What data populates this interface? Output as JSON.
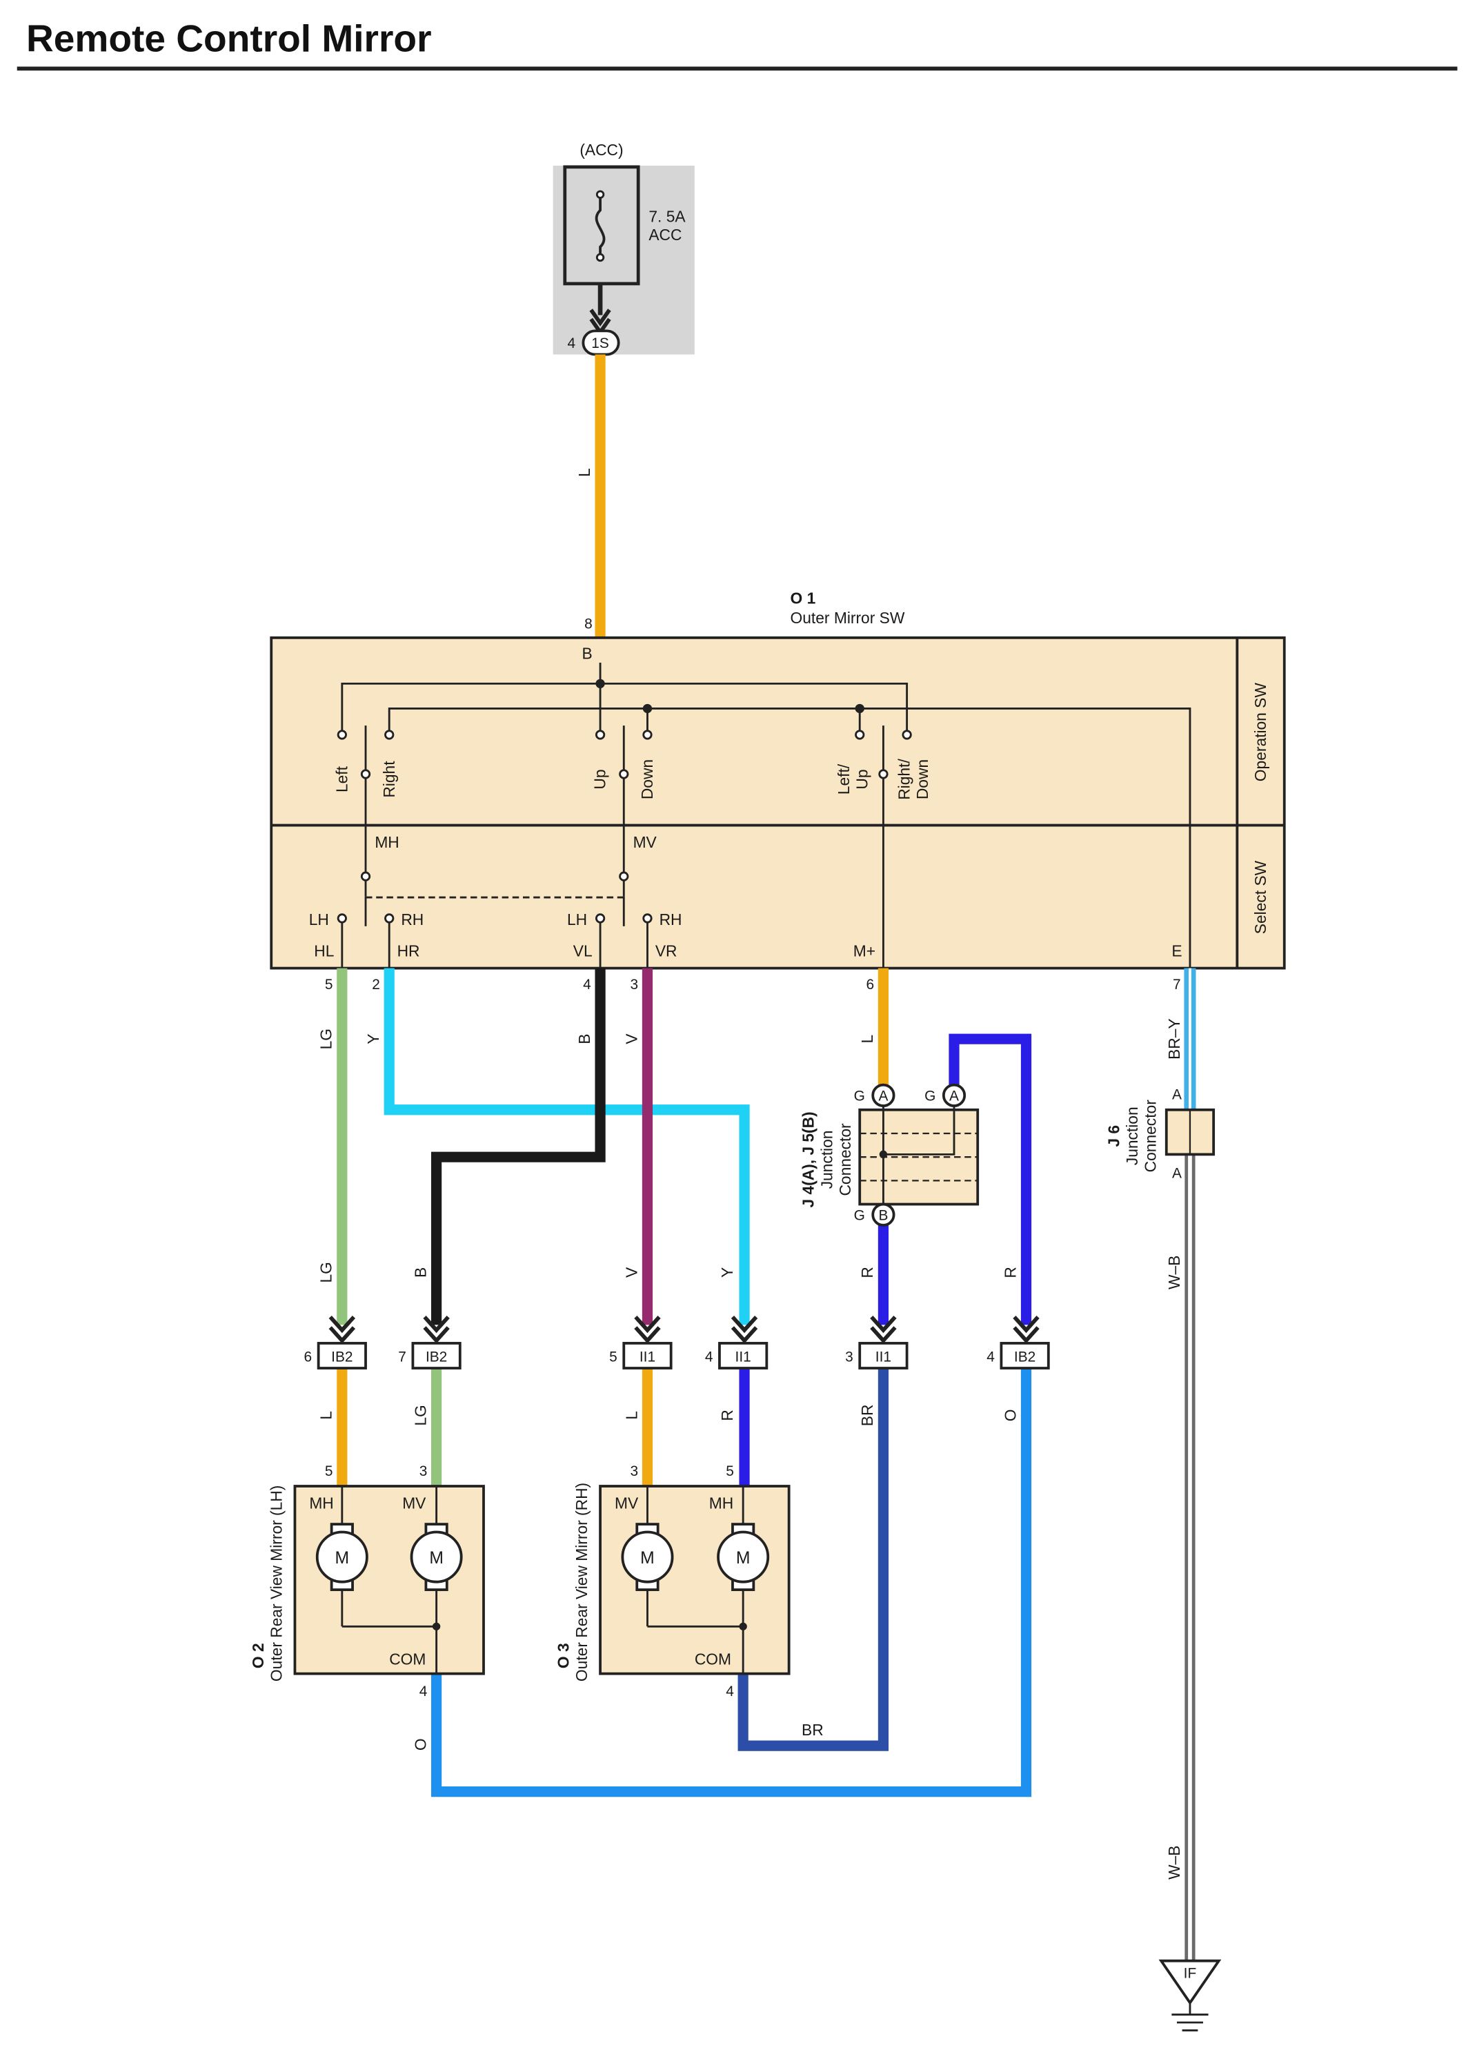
{
  "title": "Remote Control Mirror",
  "fuse": {
    "power_source": "(ACC)",
    "rating": "7. 5A",
    "name": "ACC",
    "pin": "4",
    "connector": "1S"
  },
  "switch": {
    "code": "O 1",
    "name": "Outer Mirror SW",
    "operation_label": "Operation SW",
    "select_label": "Select SW",
    "contacts": {
      "left": "Left",
      "right": "Right",
      "up": "Up",
      "down": "Down",
      "left_up_1": "Left/",
      "left_up_2": "Up",
      "right_down_1": "Right/",
      "right_down_2": "Down"
    },
    "select_contacts": {
      "mh": "MH",
      "mv": "MV",
      "lh": "LH",
      "rh": "RH"
    },
    "terminals": {
      "b": "B",
      "hl": "HL",
      "hr": "HR",
      "vl": "VL",
      "vr": "VR",
      "mplus": "M+",
      "e": "E"
    },
    "pins": {
      "b": "8",
      "hl": "5",
      "hr": "2",
      "vl": "4",
      "vr": "3",
      "mplus": "6",
      "e": "7"
    }
  },
  "wires": {
    "l": "L",
    "lg": "LG",
    "y": "Y",
    "b": "B",
    "v": "V",
    "r": "R",
    "o": "O",
    "br": "BR",
    "bry": "BR–Y",
    "wb": "W–B"
  },
  "colors": {
    "l": "#f0aa10",
    "lg": "#92c47b",
    "y": "#1fd2f5",
    "b": "#1a1a1a",
    "v": "#952a6e",
    "r": "#2a1de6",
    "o": "#1e90f0",
    "br": "#2c4ea8",
    "bry": "#41b0e8",
    "panel": "#f9e6c4",
    "fusebg": "#d6d6d6"
  },
  "junction_j4": {
    "code": "J 4(A), J 5(B)",
    "name_1": "Junction",
    "name_2": "Connector",
    "pin_g": "G",
    "term_a": "A",
    "term_b": "B"
  },
  "junction_j6": {
    "code": "J 6",
    "name_1": "Junction",
    "name_2": "Connector",
    "term_a": "A"
  },
  "connectors": {
    "ib2_lg": {
      "label": "IB2",
      "pin": "6"
    },
    "ib2_b": {
      "label": "IB2",
      "pin": "7"
    },
    "ii1_v": {
      "label": "II1",
      "pin": "5"
    },
    "ii1_y": {
      "label": "II1",
      "pin": "4"
    },
    "ii1_r": {
      "label": "II1",
      "pin": "3"
    },
    "ib2_r": {
      "label": "IB2",
      "pin": "4"
    }
  },
  "mirror_lh": {
    "code": "O 2",
    "name": "Outer Rear View Mirror (LH)",
    "left_motor": "MH",
    "right_motor": "MV",
    "motor_symbol": "M",
    "com": "COM",
    "pin_left": "5",
    "pin_right": "3",
    "pin_com": "4"
  },
  "mirror_rh": {
    "code": "O 3",
    "name": "Outer Rear View Mirror (RH)",
    "left_motor": "MV",
    "right_motor": "MH",
    "motor_symbol": "M",
    "com": "COM",
    "pin_left": "3",
    "pin_right": "5",
    "pin_com": "4"
  },
  "ground": {
    "label": "IF"
  }
}
